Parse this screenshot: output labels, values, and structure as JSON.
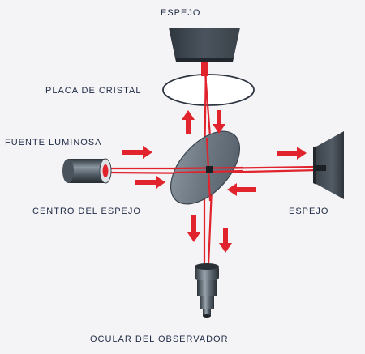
{
  "labels": {
    "top_mirror": "ESPEJO",
    "glass_plate": "PLACA DE CRISTAL",
    "light_source": "FUENTE LUMINOSA",
    "mirror_center": "CENTRO DEL ESPEJO",
    "right_mirror": "ESPEJO",
    "observer_eyepiece": "OCULAR DEL OBSERVADOR"
  },
  "colors": {
    "background": "#f4f4f6",
    "beam": "#e0232c",
    "mirror_dark": "#3f4750",
    "mirror_light": "#7d8893",
    "text": "#1e2a44"
  }
}
